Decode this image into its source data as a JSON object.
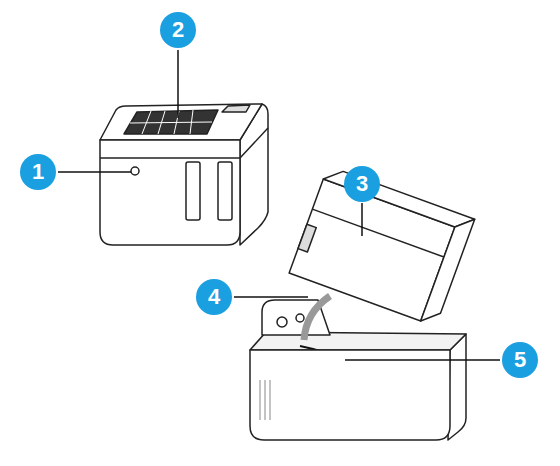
{
  "diagram": {
    "nodes": [
      {
        "text": [
          "2"
        ]
      },
      {
        "text": [
          "1"
        ]
      },
      {
        "text": [
          "3"
        ]
      },
      {
        "text": [
          "4"
        ]
      },
      {
        "text": [
          "5"
        ]
      }
    ]
  }
}
